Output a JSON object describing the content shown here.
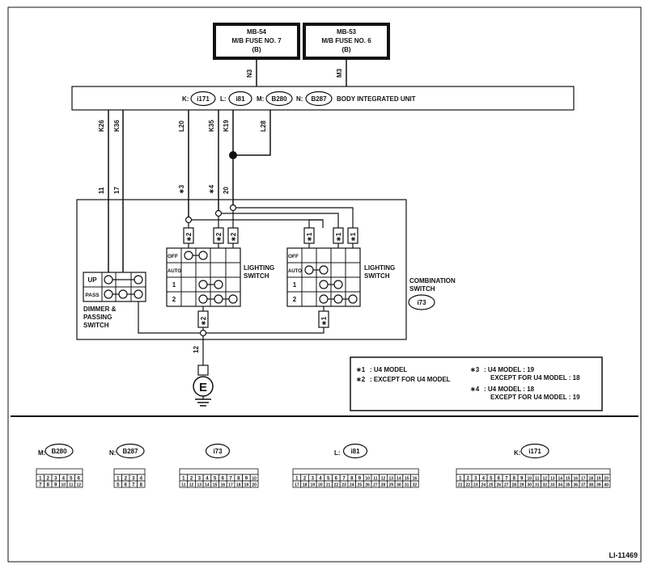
{
  "fuses": [
    {
      "id": "MB-54",
      "name": "M/B FUSE NO. 7",
      "code": "(B)",
      "wire": "N3"
    },
    {
      "id": "MB-53",
      "name": "M/B FUSE NO. 6",
      "code": "(B)",
      "wire": "M3"
    }
  ],
  "biu": {
    "title": "BODY INTEGRATED UNIT",
    "connectors": [
      {
        "prefix": "K:",
        "id": "i171"
      },
      {
        "prefix": "L:",
        "id": "i81"
      },
      {
        "prefix": "M:",
        "id": "B280"
      },
      {
        "prefix": "N:",
        "id": "B287"
      }
    ],
    "pins": [
      "K26",
      "K36",
      "L20",
      "K35",
      "K19",
      "L28"
    ]
  },
  "wire_numbers": [
    "11",
    "17",
    "∗3",
    "∗4",
    "20",
    "12"
  ],
  "combination_switch": {
    "label_line1": "COMBINATION",
    "label_line2": "SWITCH",
    "connector": "i73"
  },
  "lighting_switch": {
    "label_line1": "LIGHTING",
    "label_line2": "SWITCH",
    "rows": [
      "OFF",
      "AUTO",
      "1",
      "2"
    ]
  },
  "dimmer_switch": {
    "rows": [
      "UP",
      "PASS"
    ],
    "label_line1": "DIMMER &",
    "label_line2": "PASSING",
    "label_line3": "SWITCH"
  },
  "ground": {
    "symbol": "E"
  },
  "model_marks": {
    "m1": "∗1",
    "m2": "∗2"
  },
  "notes": [
    {
      "mark": "∗1",
      "text": ": U4 MODEL"
    },
    {
      "mark": "∗2",
      "text": ": EXCEPT FOR U4 MODEL"
    },
    {
      "mark": "∗3",
      "text": ": U4 MODEL  : 19",
      "text2": "EXCEPT FOR U4 MODEL  : 18"
    },
    {
      "mark": "∗4",
      "text": ": U4 MODEL  : 18",
      "text2": "EXCEPT FOR U4 MODEL  : 19"
    }
  ],
  "connector_diagrams": [
    {
      "prefix": "M:",
      "id": "B280",
      "rows": [
        [
          "1",
          "2",
          "3",
          "4",
          "5",
          "6"
        ],
        [
          "7",
          "8",
          "9",
          "10",
          "11",
          "12"
        ]
      ]
    },
    {
      "prefix": "N:",
      "id": "B287",
      "rows": [
        [
          "1",
          "2",
          "3",
          "4"
        ],
        [
          "5",
          "6",
          "7",
          "8"
        ]
      ]
    },
    {
      "prefix": "",
      "id": "i73",
      "rows": [
        [
          "1",
          "2",
          "3",
          "4",
          "5",
          "6",
          "7",
          "8",
          "9",
          "10"
        ],
        [
          "11",
          "12",
          "13",
          "14",
          "15",
          "16",
          "17",
          "18",
          "19",
          "20"
        ]
      ]
    },
    {
      "prefix": "L:",
      "id": "i81",
      "rows": [
        [
          "1",
          "2",
          "3",
          "4",
          "5",
          "6",
          "7",
          "8",
          "9",
          "10",
          "11",
          "12",
          "13",
          "14",
          "15",
          "16"
        ],
        [
          "17",
          "18",
          "19",
          "20",
          "21",
          "22",
          "23",
          "24",
          "25",
          "26",
          "27",
          "28",
          "29",
          "30",
          "31",
          "32"
        ]
      ]
    },
    {
      "prefix": "K:",
      "id": "i171",
      "rows": [
        [
          "1",
          "2",
          "3",
          "4",
          "5",
          "6",
          "7",
          "8",
          "9",
          "10",
          "11",
          "12",
          "13",
          "14",
          "15",
          "16",
          "17",
          "18",
          "19",
          "20"
        ],
        [
          "21",
          "22",
          "23",
          "24",
          "25",
          "26",
          "27",
          "28",
          "29",
          "30",
          "31",
          "32",
          "33",
          "34",
          "35",
          "36",
          "37",
          "38",
          "39",
          "40"
        ]
      ]
    }
  ],
  "diagram_id": "LI-11469"
}
